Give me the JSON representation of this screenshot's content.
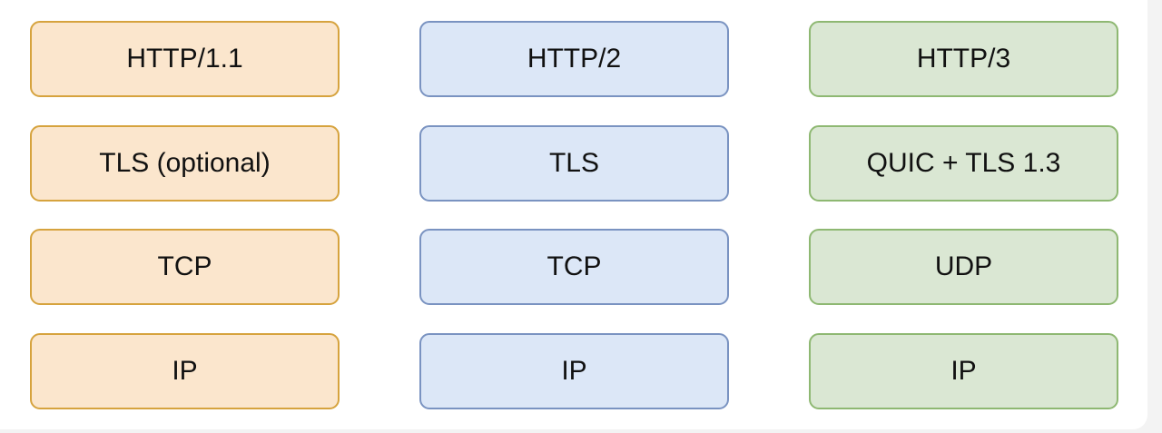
{
  "stacks": [
    {
      "fill": "#fbe6cd",
      "stroke": "#d6a33e",
      "layers": [
        "HTTP/1.1",
        "TLS (optional)",
        "TCP",
        "IP"
      ]
    },
    {
      "fill": "#dce7f7",
      "stroke": "#7a93c1",
      "layers": [
        "HTTP/2",
        "TLS",
        "TCP",
        "IP"
      ]
    },
    {
      "fill": "#dae7d3",
      "stroke": "#8eb872",
      "layers": [
        "HTTP/3",
        "QUIC + TLS 1.3",
        "UDP",
        "IP"
      ]
    }
  ]
}
